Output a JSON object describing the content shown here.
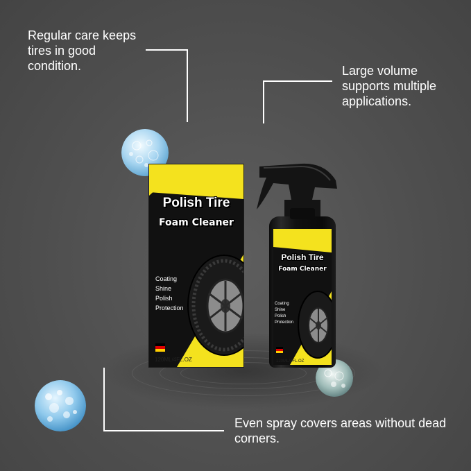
{
  "callouts": {
    "top_left": [
      "Regular care keeps",
      "tires in good",
      "condition."
    ],
    "top_right": [
      "Large volume",
      "supports multiple",
      "applications."
    ],
    "bottom": [
      "Even spray covers areas without dead",
      "corners."
    ]
  },
  "box": {
    "title_line1": "Polish Tire",
    "title_line2": "Foam Cleaner",
    "features": [
      "Coating",
      "Shine",
      "Polish",
      "Protection"
    ],
    "volume": "120ML/4FL.OZ"
  },
  "bottle": {
    "title_line1": "Polish Tire",
    "title_line2": "Foam Cleaner",
    "features": [
      "Coating",
      "Shine",
      "Polish",
      "Protection"
    ],
    "volume": "120ML/4FL.OZ"
  },
  "colors": {
    "background": "#4f4f4f",
    "accent_yellow": "#f4e21e",
    "packaging_black": "#111111",
    "callout_text": "#ffffff",
    "flag_black": "#000000",
    "flag_red": "#dd0000",
    "flag_gold": "#ffce00"
  },
  "icons": [
    "water-droplet-bubble-icon",
    "tire-icon",
    "germany-flag-icon",
    "spray-trigger-icon"
  ]
}
